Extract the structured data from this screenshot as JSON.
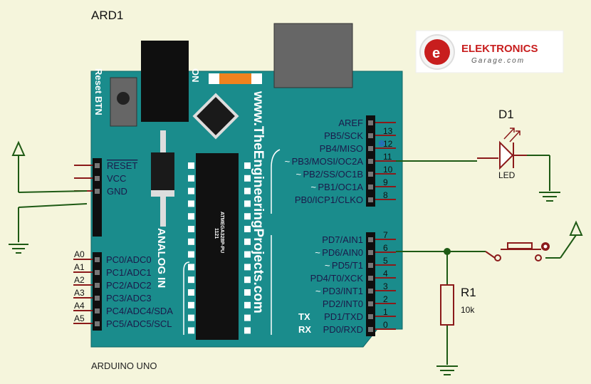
{
  "component_ref": "ARD1",
  "component_name": "ARDUINO UNO",
  "reset_label": "Reset BTN",
  "on_label": "ON",
  "website_text": "www.TheEngineeringProjects.com",
  "chip_code": "1121",
  "chip_name": "ATMEGA328P-PU",
  "analog_label": "ANALOG IN",
  "logo": {
    "name": "ELEKTRONICS",
    "sub": "Garage.com"
  },
  "power_pins": [
    {
      "label": "RESET",
      "overline": true
    },
    {
      "label": "VCC",
      "overline": false
    },
    {
      "label": "GND",
      "overline": false
    }
  ],
  "analog_pins": [
    {
      "wire": "A0",
      "label": "PC0/ADC0"
    },
    {
      "wire": "A1",
      "label": "PC1/ADC1"
    },
    {
      "wire": "A2",
      "label": "PC2/ADC2"
    },
    {
      "wire": "A3",
      "label": "PC3/ADC3"
    },
    {
      "wire": "A4",
      "label": "PC4/ADC4/SDA"
    },
    {
      "wire": "A5",
      "label": "PC5/ADC5/SCL"
    }
  ],
  "digital_high_pins": [
    {
      "label": "AREF",
      "num": "",
      "pwm": false
    },
    {
      "label": "PB5/SCK",
      "num": "13",
      "pwm": false
    },
    {
      "label": "PB4/MISO",
      "num": "12",
      "pwm": false
    },
    {
      "label": "PB3/MOSI/OC2A",
      "num": "11",
      "pwm": true
    },
    {
      "label": "PB2/SS/OC1B",
      "num": "10",
      "pwm": true
    },
    {
      "label": "PB1/OC1A",
      "num": "9",
      "pwm": true
    },
    {
      "label": "PB0/ICP1/CLKO",
      "num": "8",
      "pwm": false
    }
  ],
  "digital_low_pins": [
    {
      "label": "PD7/AIN1",
      "num": "7",
      "pwm": false,
      "tag": ""
    },
    {
      "label": "PD6/AIN0",
      "num": "6",
      "pwm": true,
      "tag": ""
    },
    {
      "label": "PD5/T1",
      "num": "5",
      "pwm": true,
      "tag": ""
    },
    {
      "label": "PD4/T0/XCK",
      "num": "4",
      "pwm": false,
      "tag": ""
    },
    {
      "label": "PD3/INT1",
      "num": "3",
      "pwm": true,
      "tag": ""
    },
    {
      "label": "PD2/INT0",
      "num": "2",
      "pwm": false,
      "tag": ""
    },
    {
      "label": "PD1/TXD",
      "num": "1",
      "pwm": false,
      "tag": "TX"
    },
    {
      "label": "PD0/RXD",
      "num": "0",
      "pwm": false,
      "tag": "RX"
    }
  ],
  "led": {
    "ref": "D1",
    "value": "LED"
  },
  "resistor": {
    "ref": "R1",
    "value": "10k"
  },
  "colors": {
    "board": "#1a8c8c",
    "wire": "#1e5a14",
    "pin": "#8b1a1a",
    "background": "#f5f5dc",
    "label_dark": "#1a1a4a"
  }
}
